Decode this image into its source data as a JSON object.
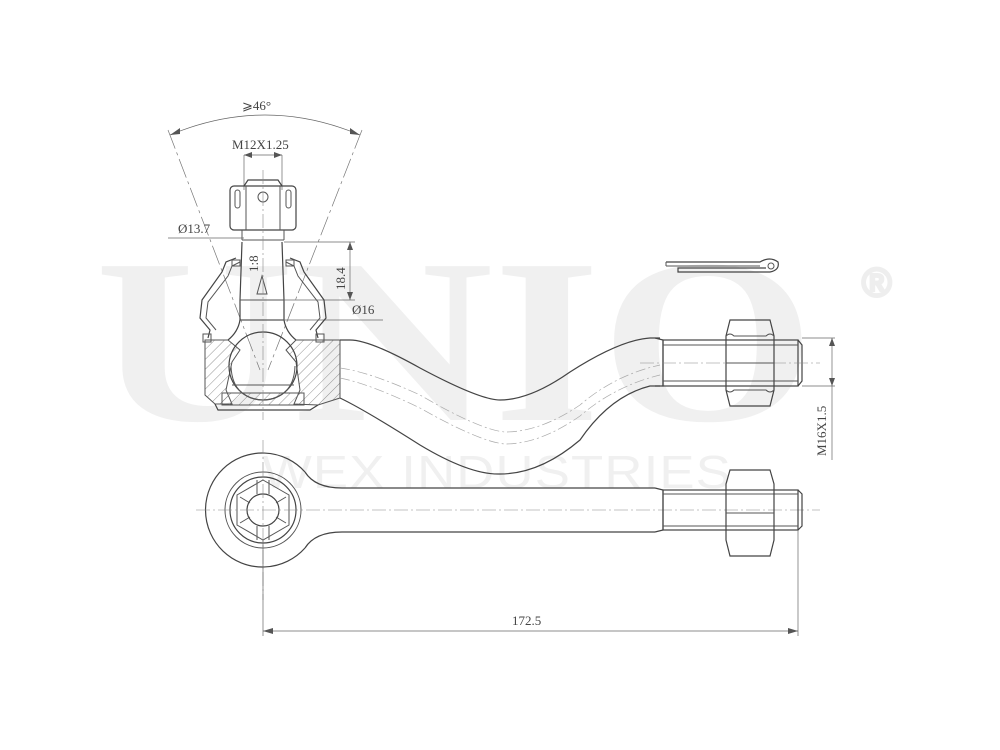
{
  "watermark": {
    "brand": "UNIO",
    "registered": "®",
    "company": "WEX INDUSTRIES",
    "color": "#f0f0f0"
  },
  "drawing": {
    "subject": "tie-rod-end",
    "line_color": "#555555",
    "background": "#ffffff"
  },
  "dimensions": {
    "angle": "⩾46°",
    "stud_thread": "M12X1.25",
    "stud_diameter": "Ø13.7",
    "taper": "1:8",
    "taper_length": "18.4",
    "taper_diameter": "Ø16",
    "rod_thread": "M16X1.5",
    "overall_length": "172.5"
  }
}
